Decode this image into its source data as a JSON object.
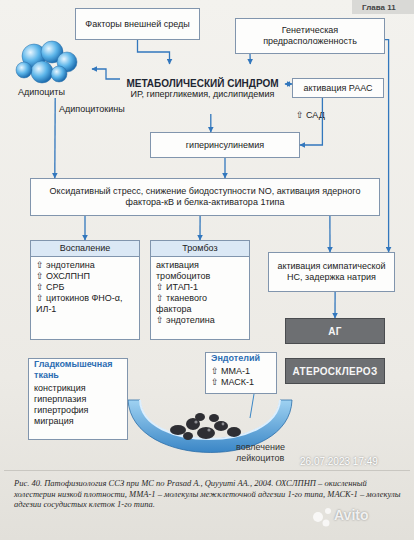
{
  "diagram": {
    "caption": "Рис. 40. Патофизиология ССЗ при МС по Prasad A., Quyyumi AA., 2004. ОХСЛПНП – окисленный холестерин низкой плотности, ММА-1 – молекулы межклеточной адгезии 1-го типа, МАСК-1 – молекулы адгезии сосудистых клеток 1-го типа.",
    "nodes": [
      {
        "text": [
          "Факторы внешней среды"
        ]
      },
      {
        "text": [
          "Генетическая предрасположенность"
        ]
      },
      {
        "text": [
          "Адипоциты"
        ]
      },
      {
        "text": [
          "МЕТАБОЛИЧЕСКИЙ СИНДРОМ",
          "ИР, гипергликемия, дислипидемия"
        ]
      },
      {
        "text": [
          "активация РААС"
        ]
      },
      {
        "text": [
          "гиперинсулинемия"
        ]
      },
      {
        "text": [
          "Оксидативный стресс, снижение биодоступности NO, активация ядерного фактора-кВ и белка-активатора 1типа"
        ]
      },
      {
        "text": [
          "Воспаление",
          "⇧ эндотелина",
          "⇧ ОХСЛПНП",
          "⇧ СРБ",
          "⇧ цитокинов ФНО-α, ИЛ-1"
        ]
      },
      {
        "text": [
          "Тромбоз",
          "активация тромбоцитов",
          "⇧ ИТАП-1",
          "⇧ тканевого фактора",
          "⇧ эндотелина"
        ]
      },
      {
        "text": [
          "активация симпатической НС, задержка натрия"
        ]
      },
      {
        "text": [
          "АГ"
        ]
      },
      {
        "text": [
          "АТЕРОСКЛЕРОЗ"
        ]
      },
      {
        "text": [
          "Гладкомышечная ткань",
          "констрикция",
          "гиперплазия",
          "гипертрофия",
          "миграция"
        ]
      },
      {
        "text": [
          "Эндотелий",
          "⇧ ММА-1",
          "⇧ МАСК-1"
        ]
      }
    ],
    "edges": [
      {
        "from": 0,
        "to": 3,
        "arrow": "to"
      },
      {
        "from": 1,
        "to": 3,
        "arrow": "to"
      },
      {
        "from": 3,
        "to": 2,
        "arrow": "to"
      },
      {
        "from": 2,
        "to": 6,
        "label": "Адипоцитокины",
        "arrow": "to"
      },
      {
        "from": 3,
        "to": 5,
        "arrow": "to"
      },
      {
        "from": 3,
        "to": 4,
        "arrow": "both"
      },
      {
        "from": 4,
        "to": 5,
        "label": "⇧ САД",
        "arrow": "to"
      },
      {
        "from": 1,
        "to": 9,
        "arrow": "to"
      },
      {
        "from": 5,
        "to": 6,
        "arrow": "to"
      },
      {
        "from": 6,
        "to": 7,
        "arrow": "to"
      },
      {
        "from": 6,
        "to": 8,
        "arrow": "to"
      },
      {
        "from": 6,
        "to": 9,
        "arrow": "to"
      },
      {
        "from": 9,
        "to": 10,
        "arrow": "to"
      }
    ],
    "labels": [
      "Глава 11",
      "вовлечение лейкоцитов",
      "26.07.2023 17:49",
      "Avito"
    ]
  }
}
